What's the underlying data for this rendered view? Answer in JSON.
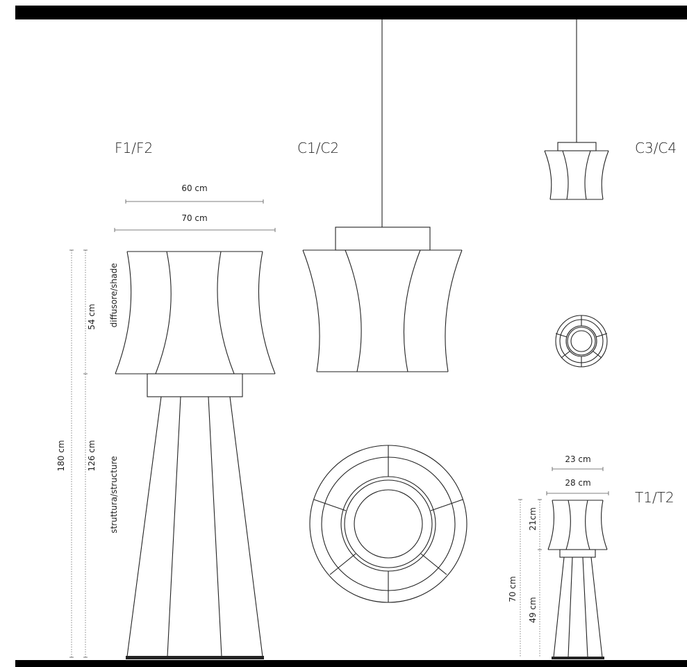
{
  "labels": {
    "floor_model": "F1/F2",
    "ceiling_large": "C1/C2",
    "ceiling_small": "C3/C4",
    "table_model": "T1/T2"
  },
  "dimensions": {
    "floor_inner_width": "60 cm",
    "floor_outer_width": "70 cm",
    "floor_total_height": "180 cm",
    "floor_shade_height": "54 cm",
    "floor_structure_height": "126 cm",
    "shade_label": "diffusore/shade",
    "structure_label": "struttura/structure",
    "table_inner_width": "23 cm",
    "table_outer_width": "28 cm",
    "table_total_height": "70 cm",
    "table_shade_height": "21cm",
    "table_base_height": "49 cm"
  },
  "colors": {
    "line": "#222222",
    "bar": "#000000",
    "background": "#ffffff"
  }
}
